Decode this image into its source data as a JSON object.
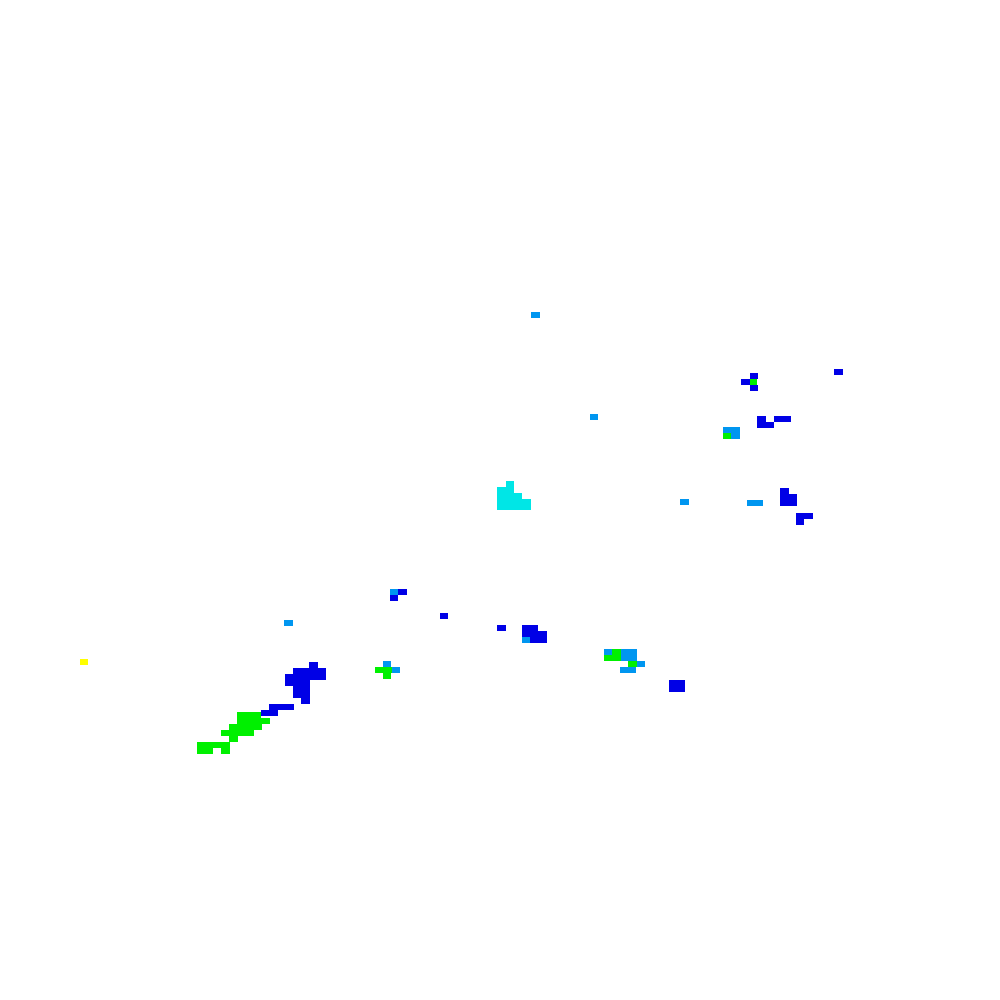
{
  "map": {
    "background": "#ffffff",
    "legend_colors": {
      "dark-blue": "#0000e6",
      "light-blue": "#0096f0",
      "cyan": "#00e6e6",
      "green": "#00f000",
      "yellow": "#ffff00"
    },
    "clusters": [
      {
        "name": "cluster-west-yellow",
        "colors": [
          "yellow"
        ]
      },
      {
        "name": "cluster-southwest-band",
        "colors": [
          "green",
          "dark-blue"
        ]
      },
      {
        "name": "cluster-center-cyan",
        "colors": [
          "cyan"
        ]
      },
      {
        "name": "cluster-center-south",
        "colors": [
          "dark-blue",
          "light-blue",
          "green"
        ]
      },
      {
        "name": "cluster-southeast",
        "colors": [
          "light-blue",
          "green",
          "dark-blue"
        ]
      },
      {
        "name": "cluster-northeast",
        "colors": [
          "dark-blue",
          "light-blue",
          "green"
        ]
      }
    ]
  }
}
